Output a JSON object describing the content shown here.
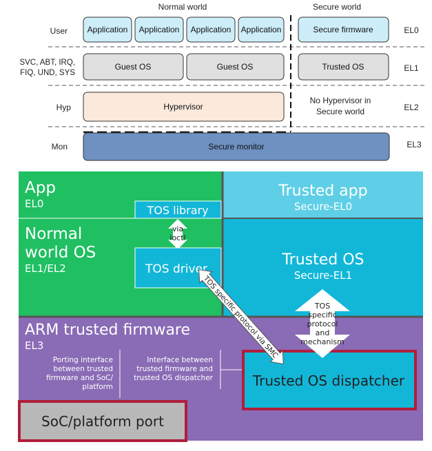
{
  "top": {
    "normal_world": "Normal world",
    "secure_world": "Secure world",
    "row_labels": {
      "user": "User",
      "svc1": "SVC, ABT, IRQ,",
      "svc2": "FIQ, UND, SYS",
      "hyp": "Hyp",
      "mon": "Mon"
    },
    "el": {
      "el0": "EL0",
      "el1": "EL1",
      "el2": "EL2",
      "el3": "EL3"
    },
    "apps": [
      "Application",
      "Application",
      "Application",
      "Application"
    ],
    "secure_firmware": "Secure firmware",
    "guest_os": [
      "Guest OS",
      "Guest OS"
    ],
    "trusted_os": "Trusted OS",
    "hypervisor": "Hypervisor",
    "no_hyp1": "No Hypervisor in",
    "no_hyp2": "Secure world",
    "secure_monitor": "Secure monitor"
  },
  "bottom": {
    "app": "App",
    "app_el": "EL0",
    "tos_library": "TOS library",
    "via": "via",
    "ioctl": "ioctl",
    "normal_os1": "Normal",
    "normal_os2": "world OS",
    "normal_os_el": "EL1/EL2",
    "tos_driver": "TOS driver",
    "trusted_app": "Trusted app",
    "trusted_app_el": "Secure-EL0",
    "trusted_os": "Trusted OS",
    "trusted_os_el": "Secure-EL1",
    "smc_label": "TOS specific protocol via SMC",
    "tos_proto": [
      "TOS",
      "specific",
      "protocol",
      "and",
      "mechanism"
    ],
    "atf": "ARM trusted firmware",
    "atf_el": "EL3",
    "porting": [
      "Porting interface",
      "between trusted",
      "firmware and SoC/",
      "platform"
    ],
    "iface": [
      "Interface between",
      "trusted firmware and",
      "trusted OS dispatcher"
    ],
    "dispatcher": "Trusted OS dispatcher",
    "soc_port": "SoC/platform port"
  },
  "colors": {
    "app_box": "#cdeef9",
    "guest_box": "#e0e0e0",
    "hyp_box": "#fbe9dc",
    "monitor_box": "#6e91c2",
    "green": "#1fbf62",
    "light_teal": "#5ecfe6",
    "teal": "#12b7d8",
    "purple": "#8a6bb5",
    "red_border": "#b01e3a",
    "gray_box": "#b8b8b8"
  }
}
